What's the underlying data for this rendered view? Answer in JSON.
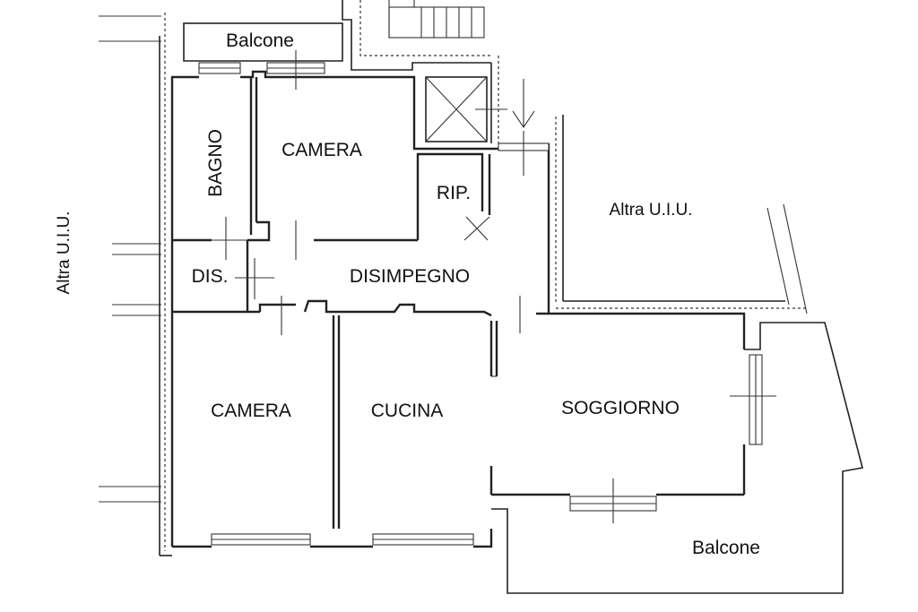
{
  "rooms": {
    "balcone_top": "Balcone",
    "bagno": "BAGNO",
    "camera_top": "CAMERA",
    "rip": "RIP.",
    "dis": "DIS.",
    "disimpegno": "DISIMPEGNO",
    "camera_bottom": "CAMERA",
    "cucina": "CUCINA",
    "soggiorno": "SOGGIORNO",
    "balcone_bottom": "Balcone"
  },
  "neighbors": {
    "left": "Altra U.I.U.",
    "right": "Altra U.I.U."
  }
}
